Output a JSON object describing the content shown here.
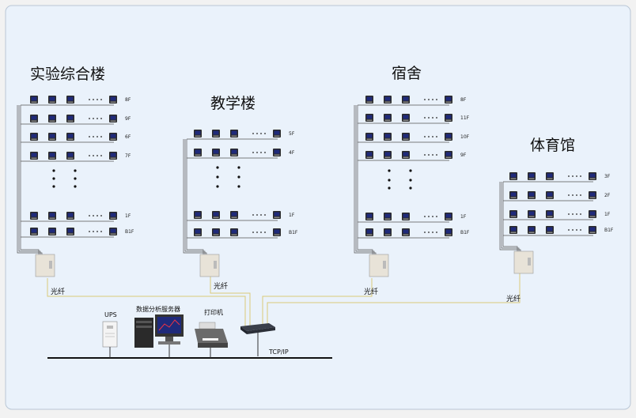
{
  "buildings": [
    {
      "title": "实验综合楼",
      "floors_top": [
        "8F",
        "9F",
        "6F",
        "7F"
      ],
      "floors_bottom": [
        "1F",
        "B1F"
      ]
    },
    {
      "title": "教学楼",
      "floors_top": [
        "5F",
        "4F"
      ],
      "floors_bottom": [
        "1F",
        "B1F"
      ]
    },
    {
      "title": "宿舍",
      "floors_top": [
        "8F",
        "11F",
        "10F",
        "9F"
      ],
      "floors_bottom": [
        "1F",
        "B1F"
      ]
    },
    {
      "title": "体育馆",
      "floors_top": [
        "3F",
        "2F",
        "1F",
        "B1F"
      ],
      "floors_bottom": []
    }
  ],
  "fiber_label": "光纤",
  "devices": {
    "ups": "UPS",
    "server": "数据分析服务器",
    "printer": "打印机"
  },
  "network_label": "TCP/IP",
  "colors": {
    "background": "#eaf2fb",
    "border": "#b9c7d6",
    "fiber": "#d9c97a",
    "wire": "#555555",
    "meter_screen": "#1f2a7a"
  }
}
